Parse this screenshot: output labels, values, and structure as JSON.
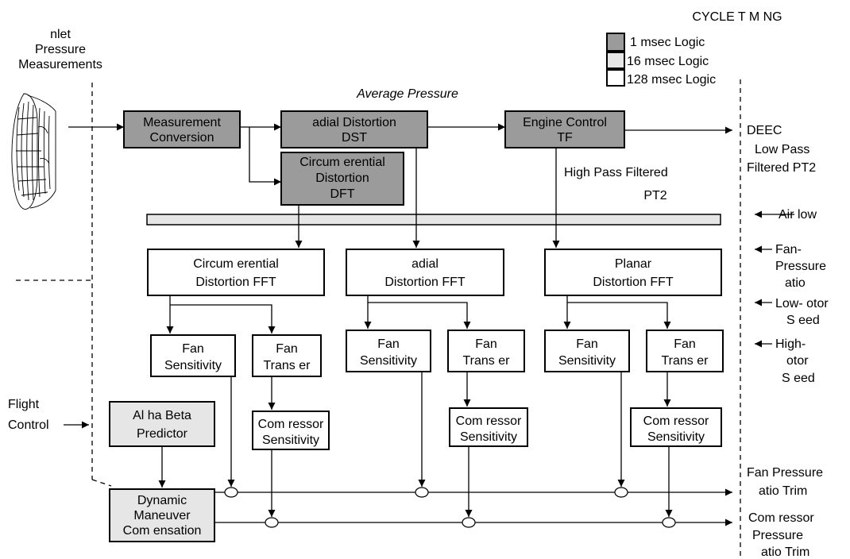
{
  "legend": {
    "title": "CYCLE T M NG",
    "items": [
      {
        "label": "1 msec Logic",
        "fill": "#9b9b9b"
      },
      {
        "label": "16 msec Logic",
        "fill": "#e6e6e6"
      },
      {
        "label": "128 msec Logic",
        "fill": "#ffffff"
      }
    ]
  },
  "labels": {
    "inlet": [
      "nlet",
      "Pressure",
      "Measurements"
    ],
    "average_pressure": "Average Pressure",
    "deec": [
      "DEEC",
      "Low Pass",
      "Filtered PT2"
    ],
    "high_pass": [
      "High Pass Filtered",
      "PT2"
    ],
    "flight_control": [
      "Flight",
      "Control"
    ],
    "fan_pressure_ratio_trim": [
      "Fan Pressure",
      "atio Trim"
    ],
    "compressor_pressure_ratio_trim": [
      "Com ressor",
      "Pressure",
      "atio Trim"
    ]
  },
  "inputs": {
    "airflow": [
      "Air low"
    ],
    "fan_pressure_ratio": [
      "Fan-",
      "Pressure",
      "atio"
    ],
    "low_rotor_speed": [
      "Low-  otor",
      "S eed"
    ],
    "high_rotor_speed": [
      "High-",
      "otor",
      "S eed"
    ]
  },
  "blocks": {
    "measurement_conversion": [
      "Measurement",
      "Conversion"
    ],
    "radial_distortion": [
      "adial Distortion",
      "DST"
    ],
    "engine_control": [
      "Engine Control",
      "TF"
    ],
    "circumferential_distortion": [
      "Circum erential",
      "Distortion",
      "DFT"
    ],
    "circ_fft": [
      "Circum erential",
      "Distortion  FFT"
    ],
    "radial_fft": [
      "adial",
      "Distortion  FFT"
    ],
    "planar_fft": [
      "Planar",
      "Distortion FFT"
    ],
    "fan_sensitivity_1": [
      "Fan",
      "Sensitivity"
    ],
    "fan_transfer_1": [
      "Fan",
      "Trans er"
    ],
    "fan_sensitivity_2": [
      "Fan",
      "Sensitivity"
    ],
    "fan_transfer_2": [
      "Fan",
      "Trans er"
    ],
    "fan_sensitivity_3": [
      "Fan",
      "Sensitivity"
    ],
    "fan_transfer_3": [
      "Fan",
      "Trans er"
    ],
    "compressor_sensitivity_1": [
      "Com ressor",
      "Sensitivity"
    ],
    "compressor_sensitivity_2": [
      "Com ressor",
      "Sensitivity"
    ],
    "compressor_sensitivity_3": [
      "Com ressor",
      "Sensitivity"
    ],
    "alpha_beta_predictor": [
      "Al ha Beta",
      "Predictor"
    ],
    "dynamic_maneuver_compensation": [
      "Dynamic",
      "Maneuver",
      "Com ensation"
    ]
  }
}
